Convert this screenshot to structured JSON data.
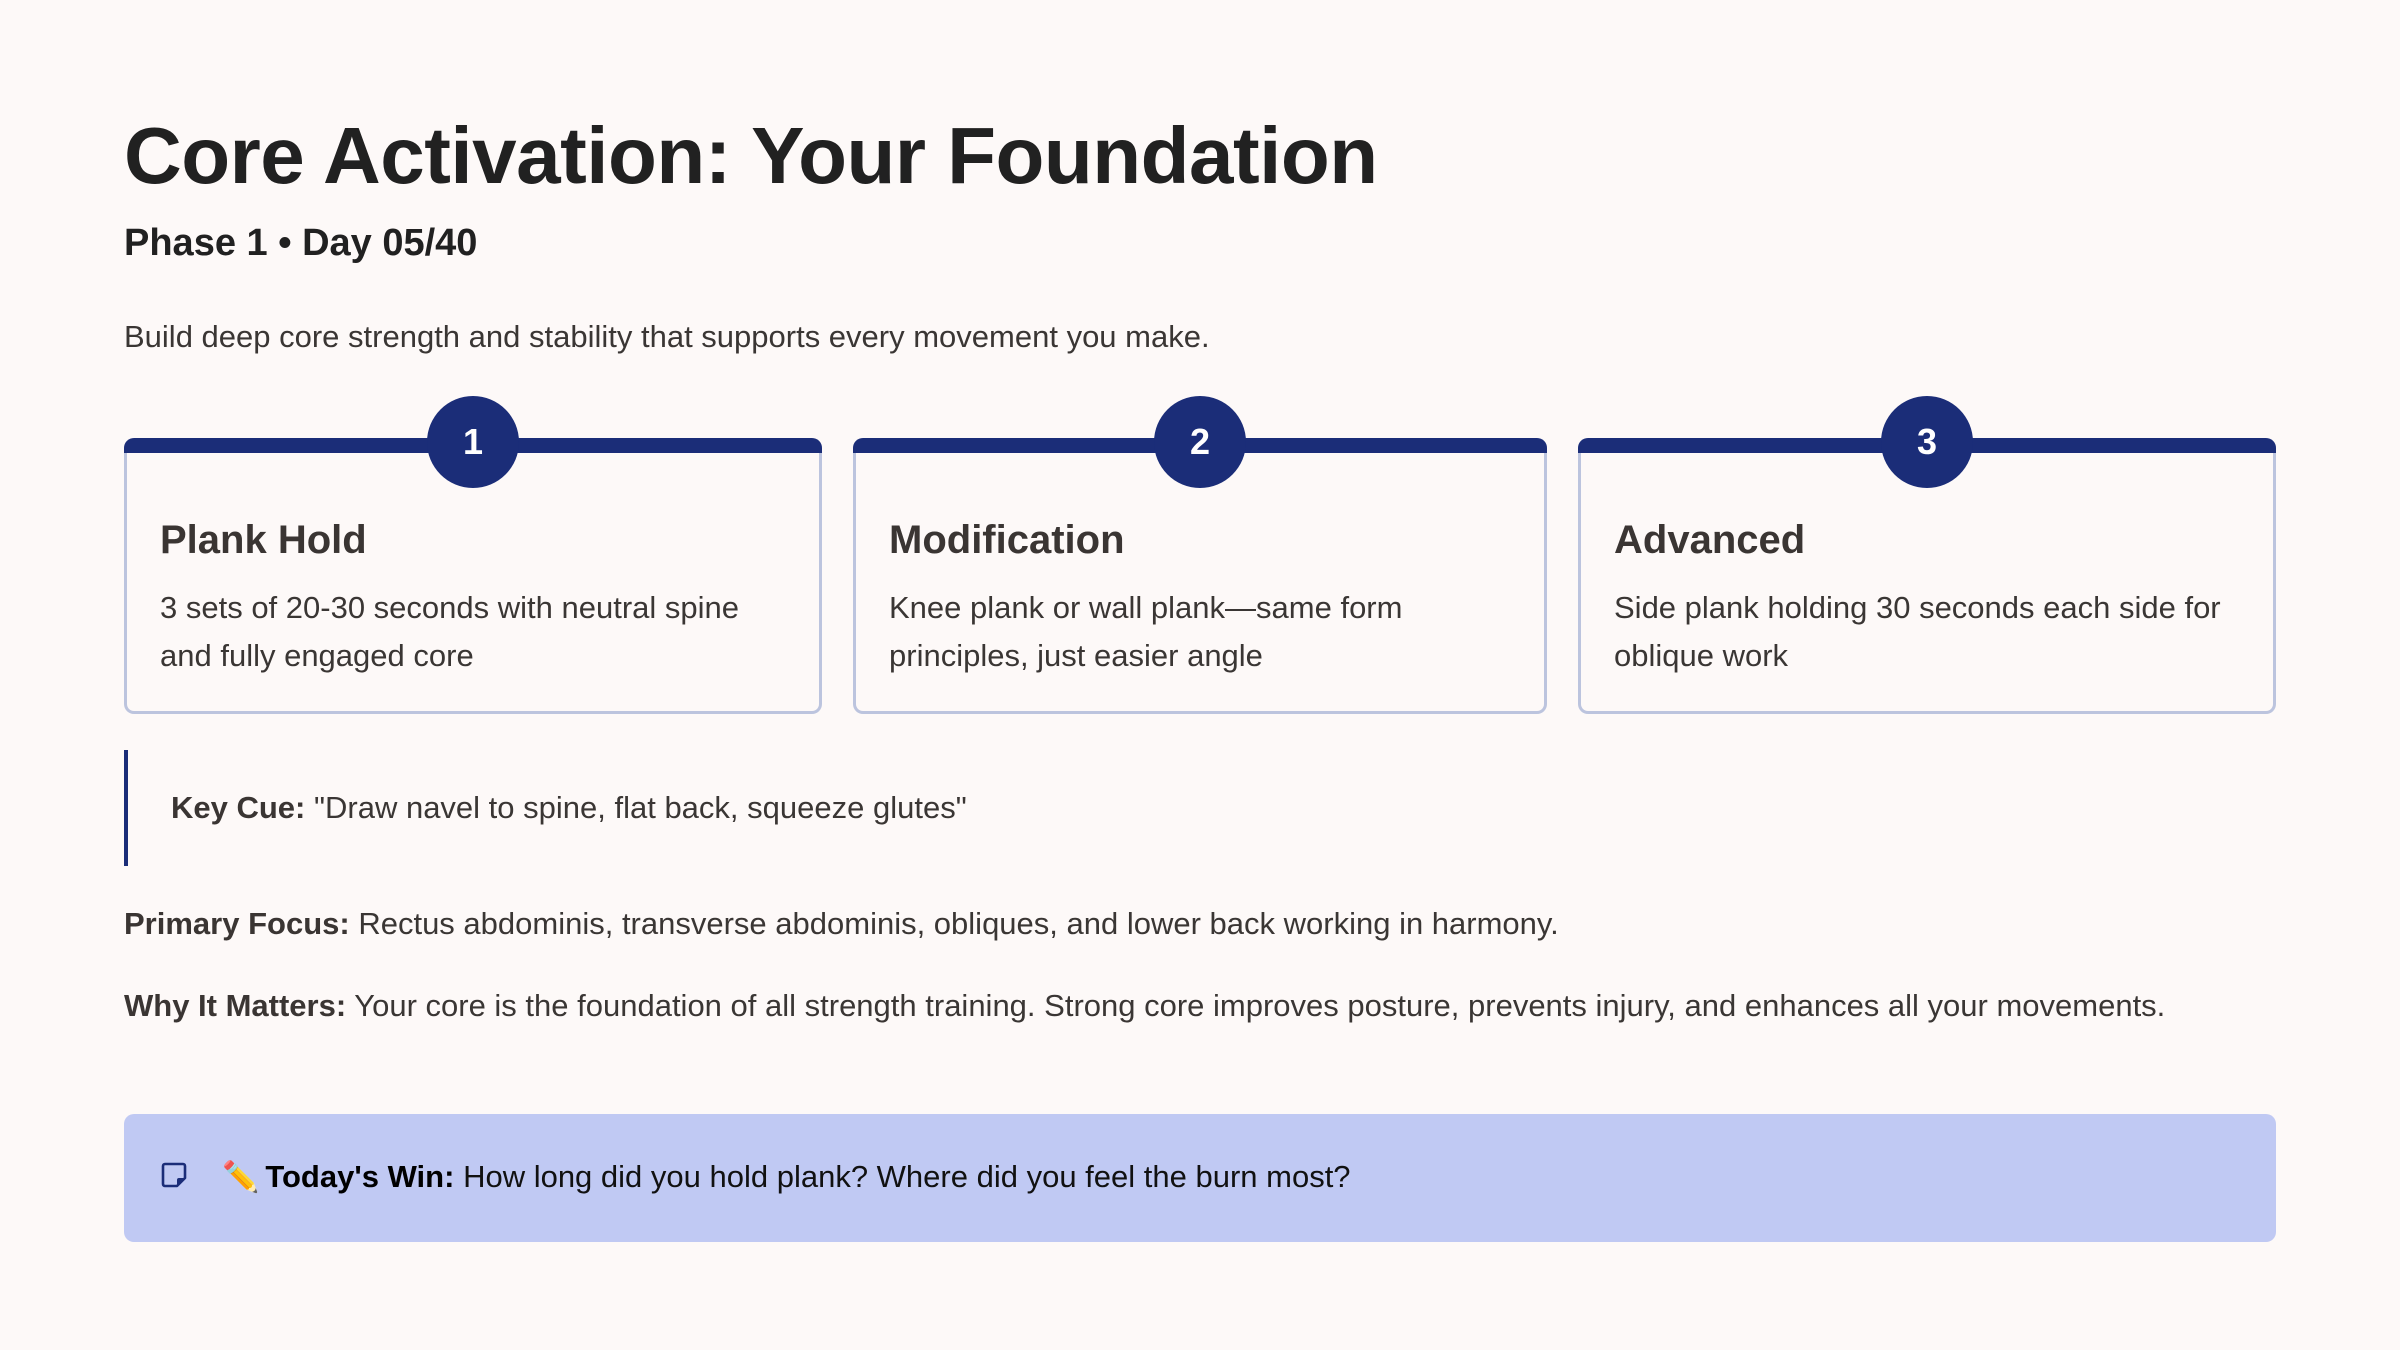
{
  "header": {
    "title": "Core Activation: Your Foundation",
    "subtitle": "Phase 1 • Day 05/40",
    "intro": "Build deep core strength and stability that supports every movement you make."
  },
  "cards": [
    {
      "number": "1",
      "title": "Plank Hold",
      "body": "3 sets of 20-30 seconds with neutral spine and fully engaged core"
    },
    {
      "number": "2",
      "title": "Modification",
      "body": "Knee plank or wall plank—same form principles, just easier angle"
    },
    {
      "number": "3",
      "title": "Advanced",
      "body": "Side plank holding 30 seconds each side for oblique work"
    }
  ],
  "key_cue": {
    "label": "Key Cue:",
    "text": "\"Draw navel to spine, flat back, squeeze glutes\""
  },
  "primary_focus": {
    "label": "Primary Focus:",
    "text": "Rectus abdominis, transverse abdominis, obliques, and lower back working in harmony."
  },
  "why_it_matters": {
    "label": "Why It Matters:",
    "text": "Your core is the foundation of all strength training. Strong core improves posture, prevents injury, and enhances all your movements."
  },
  "todays_win": {
    "icon": "sticky-note-icon",
    "emoji": "✏️",
    "label": "Today's Win:",
    "text": "How long did you hold plank? Where did you feel the burn most?"
  },
  "colors": {
    "accent": "#1b2d78",
    "card_border": "#bcc4de",
    "banner_bg": "#c0c9f3",
    "page_bg": "#fdf9f8",
    "heading": "#212121",
    "body_text": "#3a3634"
  }
}
